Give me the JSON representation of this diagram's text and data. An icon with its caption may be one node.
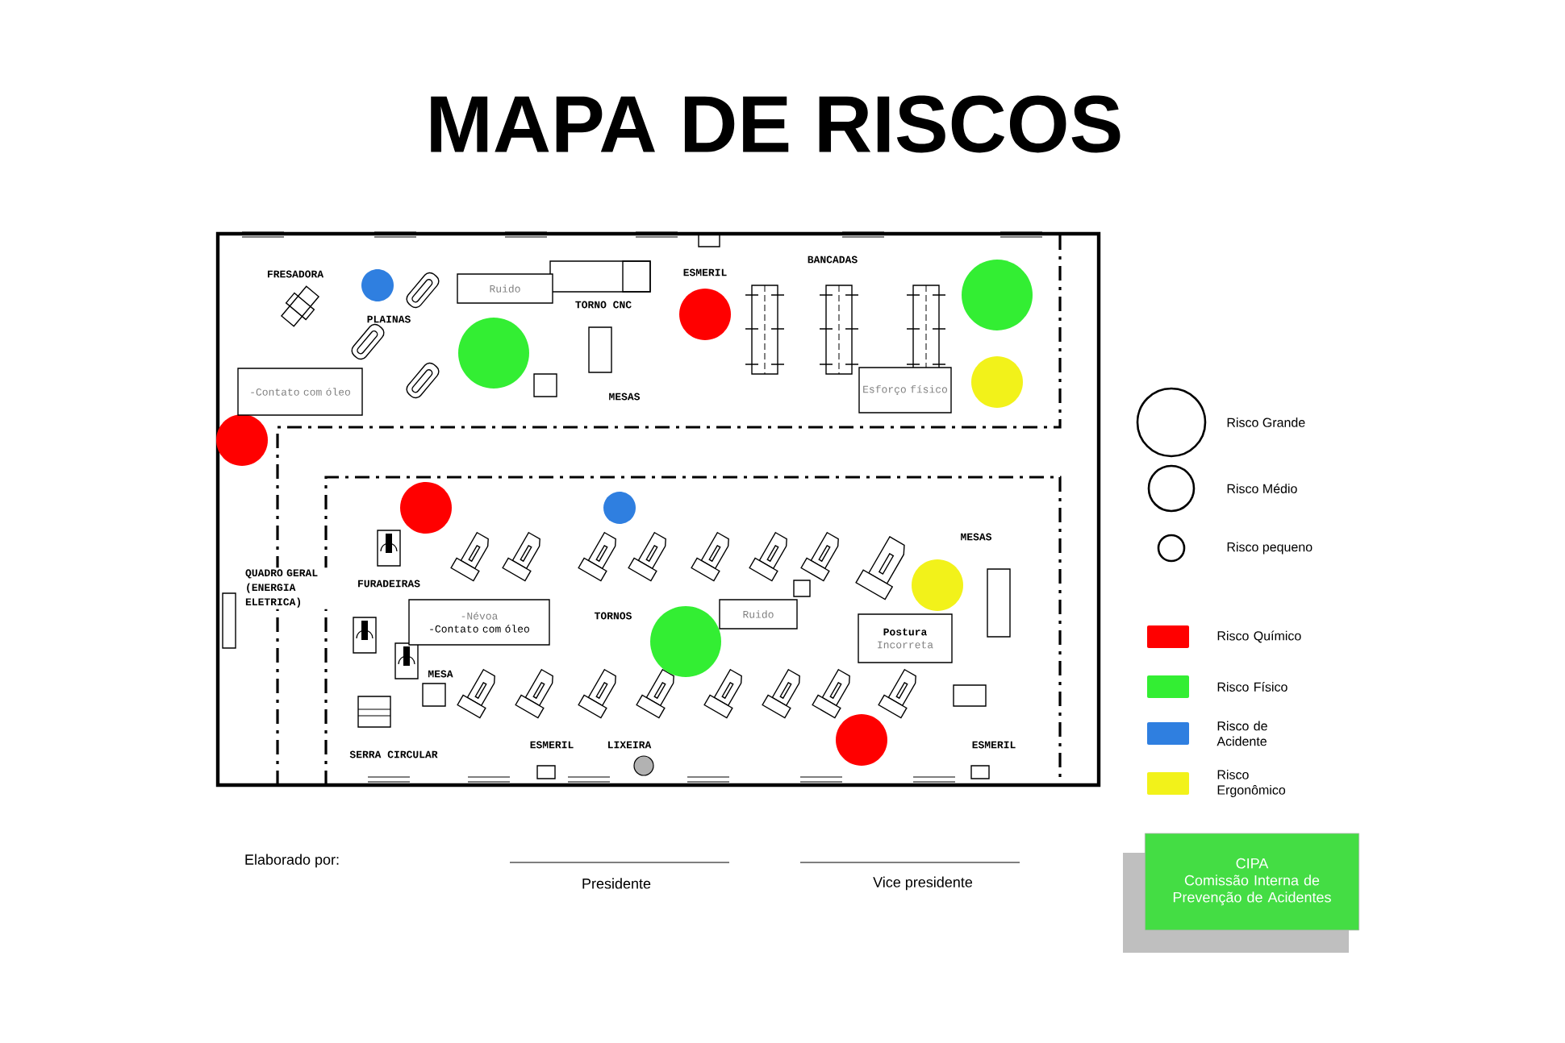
{
  "diagram": {
    "title": "MAPA DE RISCOS",
    "nodes": [
      {
        "text": [
          "-Contato com óleo"
        ]
      },
      {
        "text": [
          "Ruido"
        ]
      },
      {
        "text": [
          "Esforço físico"
        ]
      },
      {
        "text": [
          "-Névoa",
          "-Contato com óleo"
        ]
      },
      {
        "text": [
          "Ruido"
        ]
      },
      {
        "text": [
          "Postura",
          "Incorreta"
        ]
      },
      {
        "text": [
          "CIPA",
          "Comissão Interna de Prevenção de Acidentes"
        ]
      }
    ],
    "labels": [
      "FRESADORA",
      "PLAINAS",
      "TORNO CNC",
      "MESAS",
      "ESMERIL",
      "BANCADAS",
      "QUADRO GERAL (ENERGIA ELETRICA)",
      "FURADEIRAS",
      "TORNOS",
      "MESA",
      "SERRA CIRCULAR",
      "ESMERIL",
      "LIXEIRA",
      "MESAS",
      "ESMERIL",
      "Elaborado por:",
      "Presidente",
      "Vice presidente"
    ],
    "legend": [
      {
        "text": "Risco Grande"
      },
      {
        "text": "Risco Médio"
      },
      {
        "text": "Risco pequeno"
      },
      {
        "text": "Risco Químico",
        "color": "#ff0000"
      },
      {
        "text": "Risco Físico",
        "color": "#33ee33"
      },
      {
        "text": "Risco de Acidente",
        "color": "#2f7fe0"
      },
      {
        "text": "Risco Ergonômico",
        "color": "#f2f21a"
      }
    ]
  }
}
